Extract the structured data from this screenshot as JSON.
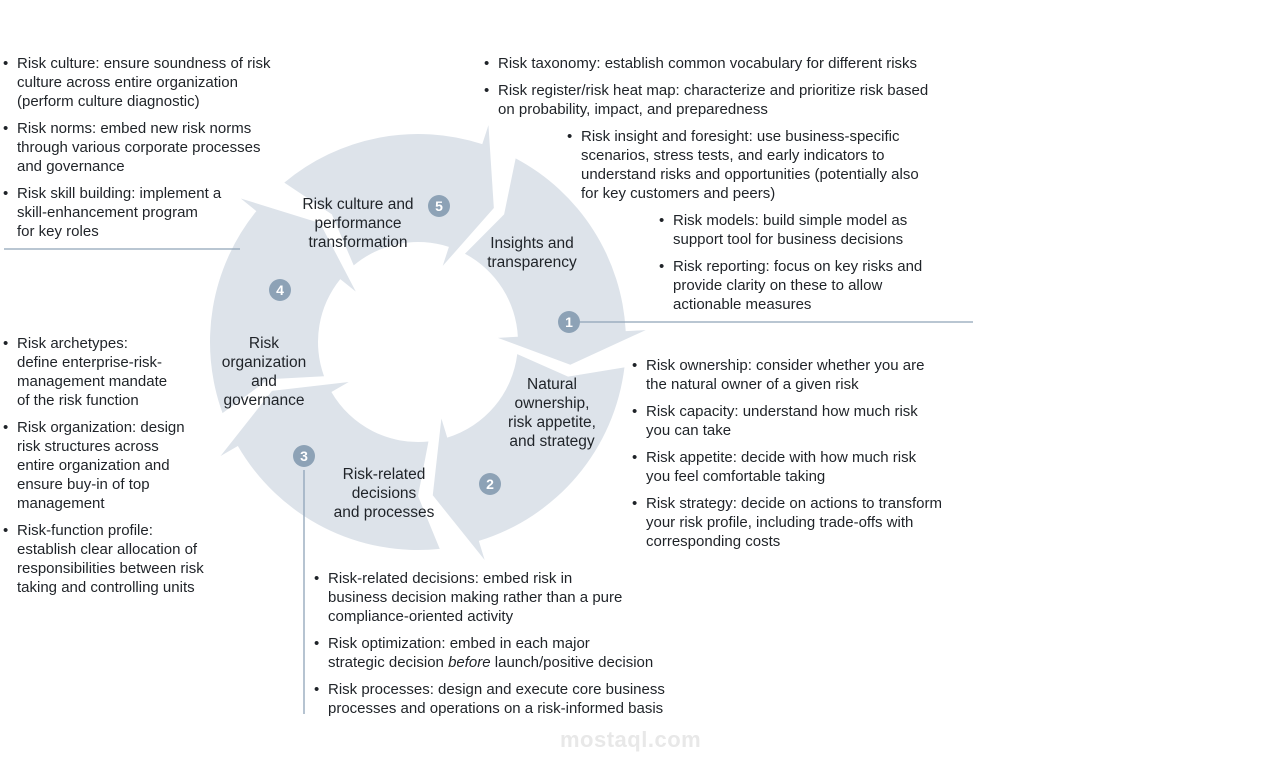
{
  "stages": [
    {
      "id": "1",
      "lines": [
        "Insights and",
        "transparency"
      ]
    },
    {
      "id": "2",
      "lines": [
        "Natural",
        "ownership,",
        "risk appetite,",
        "and strategy"
      ]
    },
    {
      "id": "3",
      "lines": [
        "Risk-related",
        "decisions",
        "and processes"
      ]
    },
    {
      "id": "4",
      "lines": [
        "Risk",
        "organization",
        "and",
        "governance"
      ]
    },
    {
      "id": "5",
      "lines": [
        "Risk culture and",
        "performance",
        "transformation"
      ]
    }
  ],
  "top_left": [
    [
      "Risk culture: ensure soundness of risk",
      "culture across entire organization",
      "(perform culture diagnostic)"
    ],
    [
      "Risk norms: embed new risk norms",
      "through various corporate processes",
      "and governance"
    ],
    [
      "Risk skill building: implement a",
      "skill-enhancement program",
      "for key roles"
    ]
  ],
  "top_right_a": [
    [
      "Risk taxonomy: establish common vocabulary for different risks"
    ],
    [
      "Risk register/risk heat map: characterize and prioritize risk based",
      "on probability, impact, and preparedness"
    ]
  ],
  "top_right_b": [
    [
      "Risk insight and foresight: use business-specific",
      "scenarios, stress tests, and early indicators to",
      "understand risks and opportunities (potentially also",
      "for key customers and peers)"
    ]
  ],
  "top_right_c": [
    [
      "Risk models: build simple model as",
      "support tool for business decisions"
    ],
    [
      "Risk reporting: focus on key risks and",
      "provide clarity on these to allow",
      "actionable measures"
    ]
  ],
  "mid_right": [
    [
      "Risk ownership: consider whether you are",
      "the natural owner of a given risk"
    ],
    [
      "Risk capacity: understand how much risk",
      "you can take"
    ],
    [
      "Risk appetite: decide with how much risk",
      "you feel comfortable taking"
    ],
    [
      "Risk strategy: decide on actions to transform",
      "your risk profile, including trade-offs with",
      "corresponding costs"
    ]
  ],
  "left": [
    [
      "Risk archetypes:",
      "define enterprise-risk-",
      "management mandate",
      "of the risk function"
    ],
    [
      "Risk organization: design",
      "risk structures across",
      "entire organization and",
      "ensure buy-in of top",
      "management"
    ],
    [
      "Risk-function profile:",
      "establish clear allocation of",
      "responsibilities between risk",
      "taking and controlling units"
    ]
  ],
  "bottom": [
    [
      "Risk-related decisions: embed risk in",
      "business decision making rather than a pure",
      "compliance-oriented activity"
    ],
    [
      "Risk optimization: embed in each major",
      "strategic decision before launch/positive decision"
    ],
    [
      "Risk processes: design and execute core business",
      "processes and operations on a risk-informed basis"
    ]
  ],
  "watermark": "mostaql.com",
  "colors": {
    "arrow_fill": "#dde3ea",
    "badge": "#8da2b6",
    "leader_line": "#8fa3b8"
  }
}
